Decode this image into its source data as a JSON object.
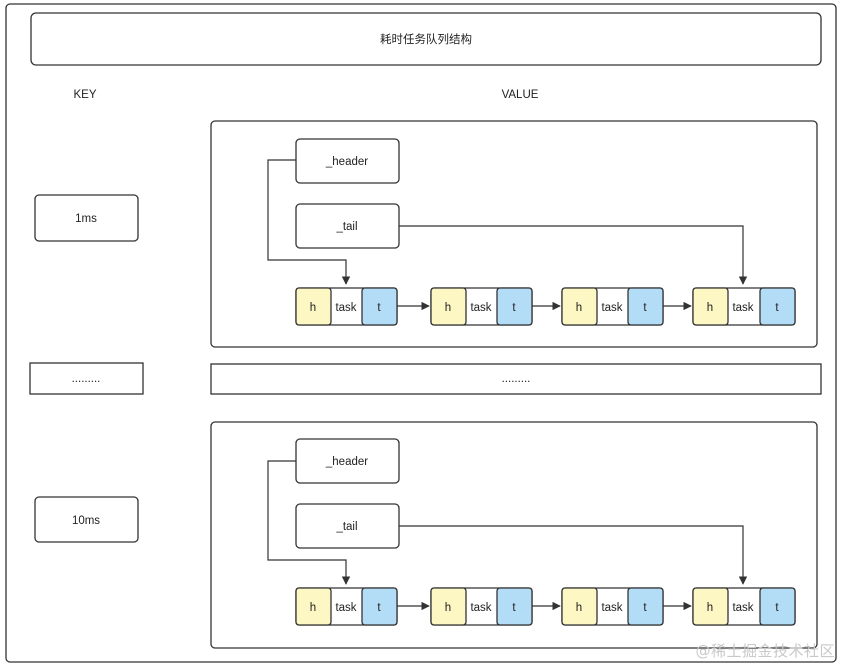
{
  "title": "耗时任务队列结构",
  "key_header": "KEY",
  "value_header": "VALUE",
  "groups": [
    {
      "key": "1ms",
      "header_label": "_header",
      "tail_label": "_tail",
      "nodes": [
        {
          "h": "h",
          "task": "task",
          "t": "t"
        },
        {
          "h": "h",
          "task": "task",
          "t": "t"
        },
        {
          "h": "h",
          "task": "task",
          "t": "t"
        },
        {
          "h": "h",
          "task": "task",
          "t": "t"
        }
      ]
    },
    {
      "key": "10ms",
      "header_label": "_header",
      "tail_label": "_tail",
      "nodes": [
        {
          "h": "h",
          "task": "task",
          "t": "t"
        },
        {
          "h": "h",
          "task": "task",
          "t": "t"
        },
        {
          "h": "h",
          "task": "task",
          "t": "t"
        },
        {
          "h": "h",
          "task": "task",
          "t": "t"
        }
      ]
    }
  ],
  "ellipsis_key": ".........",
  "ellipsis_value": ".........",
  "watermark": "@稀土掘金技术社区",
  "colors": {
    "h_fill": "#fdf7c3",
    "t_fill": "#b3dcf7",
    "stroke": "#333333"
  }
}
